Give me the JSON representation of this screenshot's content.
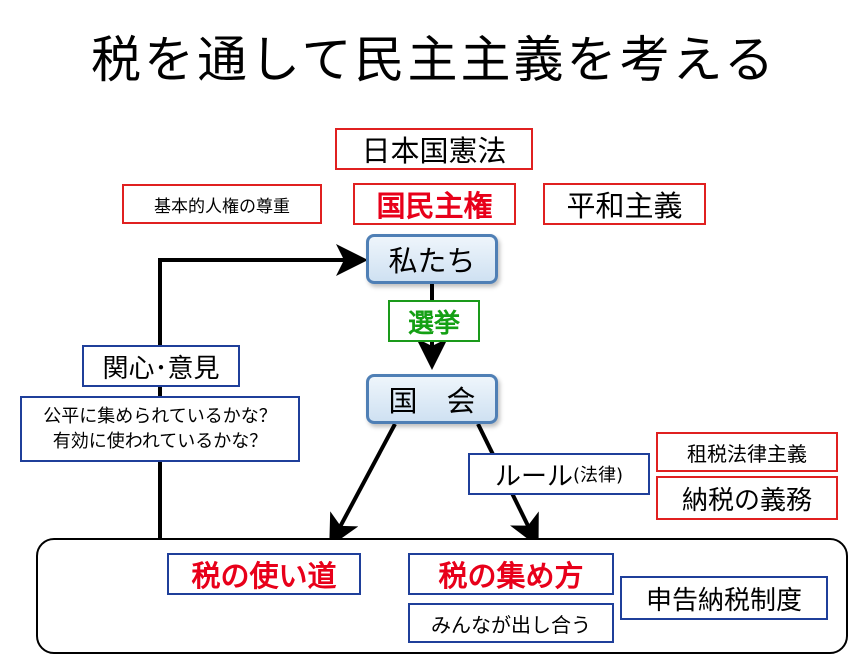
{
  "title": "税を通して民主主義を考える",
  "constitution": "日本国憲法",
  "principles": {
    "human_rights": "基本的人権の尊重",
    "popular_sovereignty": "国民主権",
    "pacifism": "平和主義"
  },
  "nodes": {
    "us": "私たち",
    "election": "選挙",
    "diet": "国　会"
  },
  "feedback": {
    "label": "関心･意見",
    "question_line1": "公平に集められているかな？",
    "question_line2": "有効に使われているかな？"
  },
  "law": {
    "rule": "ルール",
    "rule_paren": "(法律)",
    "tax_legalism": "租税法律主義",
    "tax_duty": "納税の義務"
  },
  "outcomes": {
    "use": "税の使い道",
    "collect": "税の集め方",
    "share": "みんなが出し合う",
    "self_assessment": "申告納税制度"
  },
  "colors": {
    "red": "#e8001a",
    "blue_border": "#1f3f9a",
    "green": "#14a014",
    "node_border": "#4f7fb5"
  }
}
